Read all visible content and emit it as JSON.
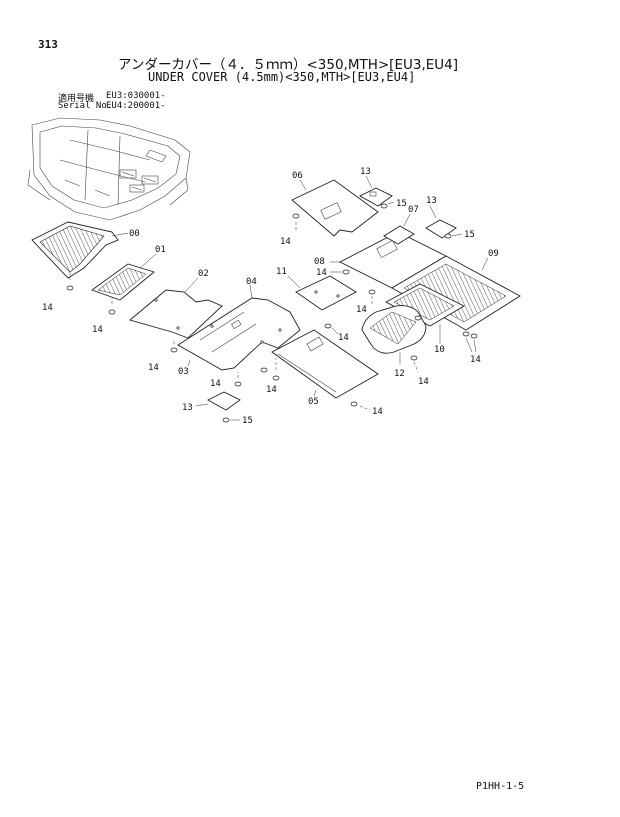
{
  "page_number": "313",
  "title_jp": "アンダーカバー（４．５ｍｍ）<350,MTH>[EU3,EU4]",
  "title_en": "UNDER COVER (4.5mm)<350,MTH>[EU3,EU4]",
  "serial": {
    "label_jp": "適用号機",
    "value_1": "EU3:030001-",
    "label_en": "Serial No.",
    "value_2": "EU4:200001-"
  },
  "callouts": {
    "c00": "00",
    "c01": "01",
    "c02": "02",
    "c03": "03",
    "c04": "04",
    "c05": "05",
    "c06": "06",
    "c07": "07",
    "c08": "08",
    "c09": "09",
    "c10": "10",
    "c11": "11",
    "c12": "12",
    "c13": "13",
    "c14": "14",
    "c15": "15"
  },
  "footer_code": "P1HH-1-5"
}
